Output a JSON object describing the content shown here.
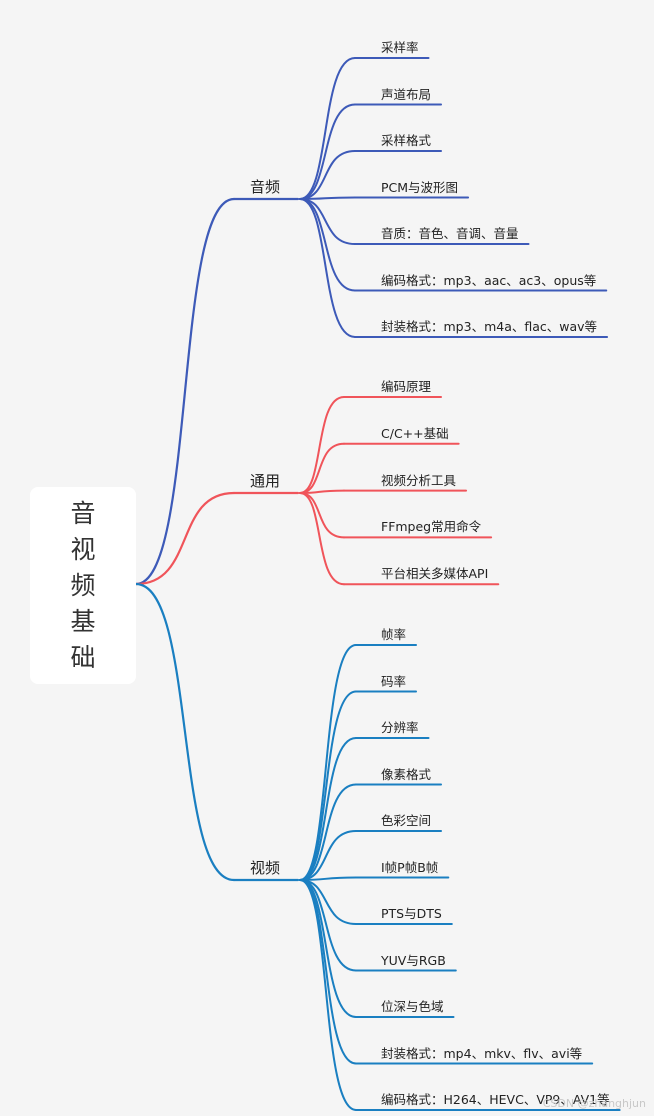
{
  "root": {
    "label": "音视频基础"
  },
  "branches": [
    {
      "label": "音频",
      "color": "#3d5ab8",
      "items": [
        "采样率",
        "声道布局",
        "采样格式",
        "PCM与波形图",
        "音质：音色、音调、音量",
        "编码格式：mp3、aac、ac3、opus等",
        "封装格式：mp3、m4a、flac、wav等"
      ]
    },
    {
      "label": "通用",
      "color": "#f0545a",
      "items": [
        "编码原理",
        "C/C++基础",
        "视频分析工具",
        "FFmpeg常用命令",
        "平台相关多媒体API"
      ]
    },
    {
      "label": "视频",
      "color": "#1a7fc1",
      "items": [
        "帧率",
        "码率",
        "分辨率",
        "像素格式",
        "色彩空间",
        "I帧P帧B帧",
        "PTS与DTS",
        "YUV与RGB",
        "位深与色域",
        "封装格式：mp4、mkv、flv、avi等",
        "编码格式：H264、HEVC、VP9、AV1等"
      ]
    }
  ],
  "watermark": "CSDN @zhanghjun"
}
